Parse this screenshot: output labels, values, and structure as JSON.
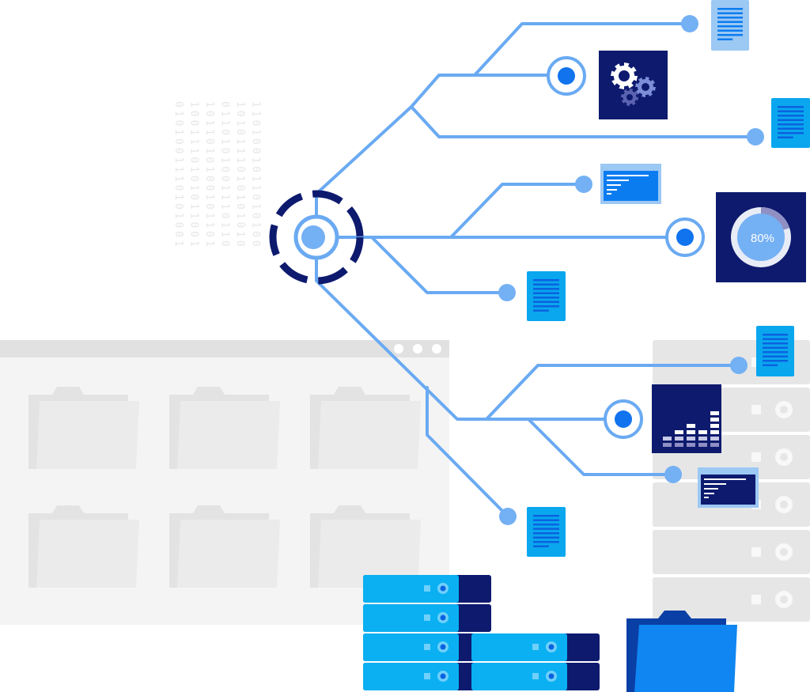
{
  "colors": {
    "line": "#6aaaf2",
    "node": "#74b0f4",
    "navy": "#0d1a6e",
    "cyan": "#0aa7ee",
    "doc_light": "#9cc8f4",
    "grey_panel": "#f4f4f4",
    "grey_bar": "#e1e1e1",
    "folder_grey": "#e6e6e6",
    "rack_grey": "#e6e6e6",
    "folder_blue": "#0f86f1"
  },
  "gauge": {
    "label": "80%",
    "value": 0.8
  },
  "binary_columns": [
    "0101001110101001",
    "1001110101011001",
    "1011010100101101",
    "0110101001110110",
    "1010111010101010",
    "1101001011010100"
  ],
  "icons": {
    "hub": "hub-target-icon",
    "gears": "gears-icon",
    "gauge": "gauge-80-percent-icon",
    "equalizer": "equalizer-bars-icon",
    "terminal": "terminal-window-icon",
    "document": "document-icon",
    "folder": "folder-icon",
    "server": "server-unit-icon"
  }
}
